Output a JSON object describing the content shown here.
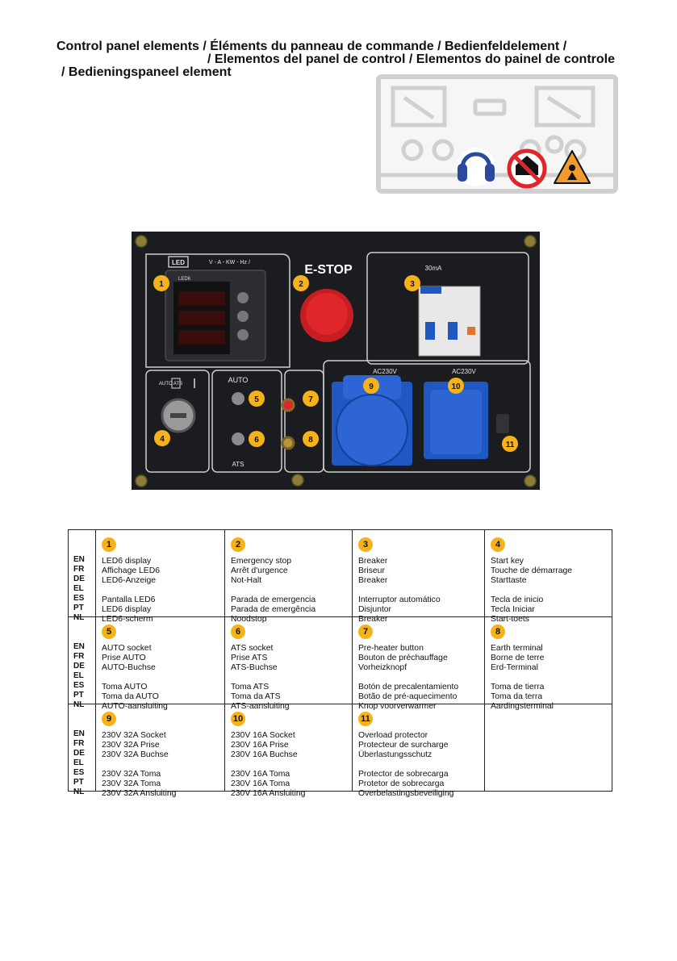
{
  "heading": {
    "line1": "Control panel elements / Éléments du panneau de commande / Bedienfeldelement /",
    "line2": "/ Elementos del panel de control / Elementos do painel de controle",
    "line3": "/ Bedieningspaneel element"
  },
  "panel_photo": {
    "led_label": "LED",
    "meter_label": "V - A - KW - Hz /",
    "led6_label": "LED6",
    "estop_label": "E-STOP",
    "rcd_label": "30mA",
    "auto_ats_label": "AUTO ATS",
    "auto_label": "AUTO",
    "ats_label": "ATS",
    "socket32_label": "AC230V",
    "socket16_label": "AC230V",
    "markers": [
      "1",
      "2",
      "3",
      "4",
      "5",
      "6",
      "7",
      "8",
      "9",
      "10",
      "11"
    ]
  },
  "lang_codes": [
    "EN",
    "FR",
    "DE",
    "EL",
    "ES",
    "PT",
    "NL"
  ],
  "items": [
    {
      "num": "1",
      "lines": [
        "LED6 display",
        "Affichage LED6",
        "LED6-Anzeige",
        "",
        "Pantalla LED6",
        "LED6 display",
        "LED6-scherm"
      ]
    },
    {
      "num": "2",
      "lines": [
        "Emergency stop",
        "Arrêt d'urgence",
        "Not-Halt",
        "",
        "Parada de emergencia",
        "Parada de emergência",
        "Noodstop"
      ]
    },
    {
      "num": "3",
      "lines": [
        "Breaker",
        "Briseur",
        "Breaker",
        "",
        "Interruptor automático",
        "Disjuntor",
        "Breaker"
      ]
    },
    {
      "num": "4",
      "lines": [
        "Start key",
        "Touche de démarrage",
        "Starttaste",
        "",
        "Tecla de inicio",
        "Tecla Iniciar",
        "Start-toets"
      ]
    },
    {
      "num": "5",
      "lines": [
        "AUTO socket",
        "Prise AUTO",
        "AUTO-Buchse",
        "",
        "Toma AUTO",
        "Toma da AUTO",
        "AUTO-aansluiting"
      ]
    },
    {
      "num": "6",
      "lines": [
        "ATS socket",
        "Prise ATS",
        "ATS-Buchse",
        "",
        "Toma ATS",
        "Toma da ATS",
        "ATS-aansluiting"
      ]
    },
    {
      "num": "7",
      "lines": [
        "Pre-heater button",
        "Bouton de préchauffage",
        "Vorheizknopf",
        "",
        "Botón de precalentamiento",
        "Botão de pré-aquecimento",
        "Knop voorverwarmer"
      ]
    },
    {
      "num": "8",
      "lines": [
        "Earth terminal",
        "Borne de terre",
        "Erd-Terminal",
        "",
        "Toma de tierra",
        "Toma da terra",
        "Aardingsterminal"
      ]
    },
    {
      "num": "9",
      "lines": [
        "230V 32A Socket",
        "230V 32A Prise",
        "230V 32A Buchse",
        "",
        "230V 32A Toma",
        "230V 32A Toma",
        "230V 32A  Ansluiting"
      ]
    },
    {
      "num": "10",
      "lines": [
        "230V 16A Socket",
        "230V 16A Prise",
        "230V 16A Buchse",
        "",
        "230V 16A Toma",
        "230V 16A Toma",
        "230V 16A Ansluiting"
      ]
    },
    {
      "num": "11",
      "lines": [
        "Overload protector",
        "Protecteur de surcharge",
        "Überlastungsschutz",
        "",
        "Protector de sobrecarga",
        "Protetor de sobrecarga",
        "Overbelastingsbeveiliging"
      ]
    }
  ],
  "colors": {
    "badge": "#f5b21a",
    "panel": "#1b1c1f",
    "socket_blue": "#1f57c3",
    "estop_red": "#e0262b",
    "warning_orange": "#f29a2e",
    "prohibit_red": "#e1262b",
    "ppe_blue": "#2b4a9b"
  }
}
